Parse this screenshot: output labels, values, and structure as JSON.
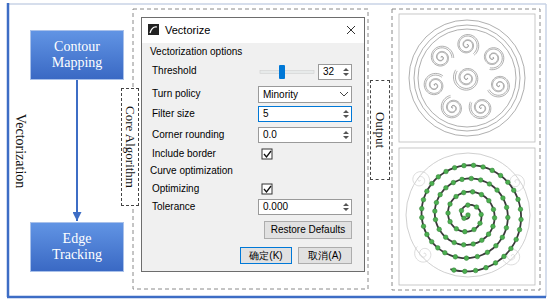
{
  "diagram": {
    "nodes": [
      {
        "text": [
          "Contour Mapping"
        ]
      },
      {
        "text": [
          "Edge Tracking"
        ]
      },
      {
        "text": [
          "Core Algorithm"
        ]
      },
      {
        "text": [
          "Vectorize"
        ]
      },
      {
        "text": [
          "32"
        ],
        "in": 3
      },
      {
        "text": [
          "Minority"
        ],
        "in": 3
      },
      {
        "text": [
          "5"
        ],
        "in": 3
      },
      {
        "text": [
          "0.0"
        ],
        "in": 3
      },
      {
        "text": [
          "0.000"
        ],
        "in": 3
      },
      {
        "text": [
          "Restore Defaults"
        ],
        "in": 3
      },
      {
        "text": [
          "确定(K)"
        ],
        "in": 3
      },
      {
        "text": [
          "取消(A)"
        ],
        "in": 3
      },
      {
        "text": [
          "Output"
        ]
      }
    ],
    "edges": [
      {
        "from": 0,
        "to": 1,
        "arrow": "to",
        "label": "Vectorization"
      }
    ],
    "labels": [
      "Vectorization options",
      "Threshold",
      "Turn policy",
      "Filter size",
      "Corner rounding",
      "Include border",
      "Curve optimization",
      "Optimizing",
      "Tolerance"
    ]
  }
}
